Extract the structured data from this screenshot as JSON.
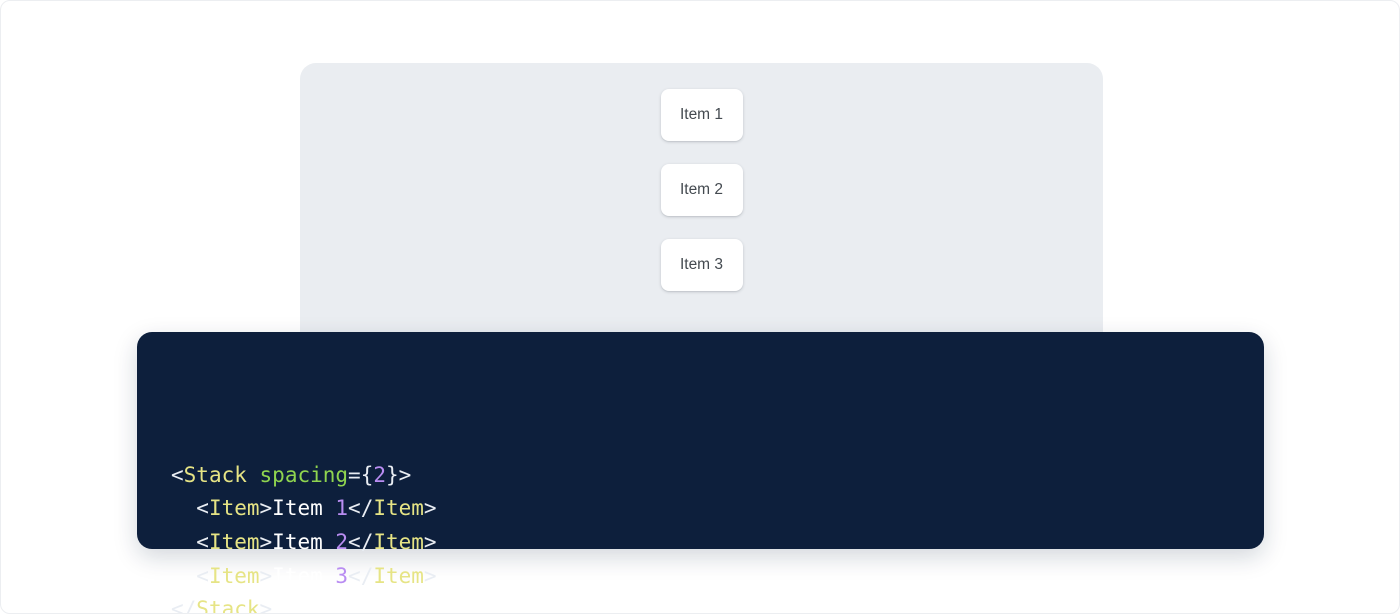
{
  "preview": {
    "panel_name": "component-preview-surface",
    "background_color": "#eaedf1",
    "stack": {
      "direction": "vertical",
      "spacing": 2,
      "items": [
        {
          "label": "Item 1"
        },
        {
          "label": "Item 2"
        },
        {
          "label": "Item 3"
        }
      ]
    }
  },
  "code": {
    "language": "jsx",
    "background_color": "#0d1f3c",
    "colors": {
      "tag": "#e6e485",
      "attribute": "#8fd44f",
      "number": "#b98df2",
      "punctuation": "#e9edf3",
      "text": "#ffffff"
    },
    "plain_text": "<Stack spacing={2}>\n  <Item>Item 1</Item>\n  <Item>Item 2</Item>\n  <Item>Item 3</Item>\n</Stack>",
    "lines": [
      {
        "tokens": [
          {
            "t": "<",
            "k": "punct"
          },
          {
            "t": "Stack",
            "k": "tag"
          },
          {
            "t": " ",
            "k": "punct"
          },
          {
            "t": "spacing",
            "k": "attr"
          },
          {
            "t": "={",
            "k": "punct"
          },
          {
            "t": "2",
            "k": "num"
          },
          {
            "t": "}>",
            "k": "punct"
          }
        ]
      },
      {
        "tokens": [
          {
            "t": "  <",
            "k": "punct"
          },
          {
            "t": "Item",
            "k": "tag"
          },
          {
            "t": ">",
            "k": "punct"
          },
          {
            "t": "Item ",
            "k": "text"
          },
          {
            "t": "1",
            "k": "num"
          },
          {
            "t": "</",
            "k": "punct"
          },
          {
            "t": "Item",
            "k": "tag"
          },
          {
            "t": ">",
            "k": "punct"
          }
        ]
      },
      {
        "tokens": [
          {
            "t": "  <",
            "k": "punct"
          },
          {
            "t": "Item",
            "k": "tag"
          },
          {
            "t": ">",
            "k": "punct"
          },
          {
            "t": "Item ",
            "k": "text"
          },
          {
            "t": "2",
            "k": "num"
          },
          {
            "t": "</",
            "k": "punct"
          },
          {
            "t": "Item",
            "k": "tag"
          },
          {
            "t": ">",
            "k": "punct"
          }
        ]
      },
      {
        "tokens": [
          {
            "t": "  <",
            "k": "punct"
          },
          {
            "t": "Item",
            "k": "tag"
          },
          {
            "t": ">",
            "k": "punct"
          },
          {
            "t": "Item ",
            "k": "text"
          },
          {
            "t": "3",
            "k": "num"
          },
          {
            "t": "</",
            "k": "punct"
          },
          {
            "t": "Item",
            "k": "tag"
          },
          {
            "t": ">",
            "k": "punct"
          }
        ]
      },
      {
        "tokens": [
          {
            "t": "</",
            "k": "punct"
          },
          {
            "t": "Stack",
            "k": "tag"
          },
          {
            "t": ">",
            "k": "punct"
          }
        ]
      }
    ]
  }
}
